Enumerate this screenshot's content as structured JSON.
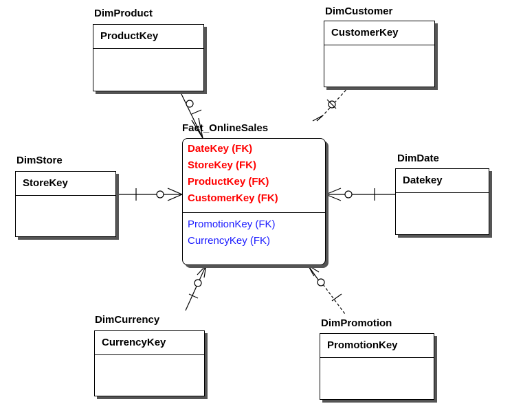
{
  "fact": {
    "title": "Fact_OnlineSales",
    "primary_keys": [
      "DateKey (FK)",
      "StoreKey (FK)",
      "ProductKey (FK)",
      "CustomerKey (FK)"
    ],
    "secondary_keys": [
      "PromotionKey (FK)",
      "CurrencyKey (FK)"
    ],
    "primary_color": "#ff0000",
    "secondary_color": "#1a1aff"
  },
  "dimensions": {
    "product": {
      "title": "DimProduct",
      "key": "ProductKey"
    },
    "customer": {
      "title": "DimCustomer",
      "key": "CustomerKey"
    },
    "store": {
      "title": "DimStore",
      "key": "StoreKey"
    },
    "date": {
      "title": "DimDate",
      "key": "Datekey"
    },
    "currency": {
      "title": "DimCurrency",
      "key": "CurrencyKey"
    },
    "promotion": {
      "title": "DimPromotion",
      "key": "PromotionKey"
    }
  }
}
